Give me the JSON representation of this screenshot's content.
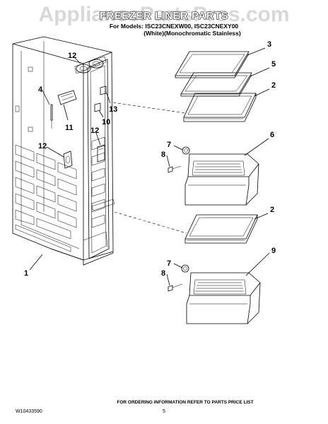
{
  "watermark": "AppliancePartsPros.com",
  "title": "FREEZER LINER PARTS",
  "models_line": "For Models: ISC23CNEXW00, ISC23CNEXY00",
  "variants_line": "(White)(Monochromatic Stainless)",
  "callouts": {
    "c1": "1",
    "c2a": "2",
    "c2b": "2",
    "c3": "3",
    "c4": "4",
    "c5": "5",
    "c6": "6",
    "c7a": "7",
    "c7b": "7",
    "c8a": "8",
    "c8b": "8",
    "c9": "9",
    "c10": "10",
    "c11": "11",
    "c12a": "12",
    "c12b": "12",
    "c12c": "12",
    "c13": "13"
  },
  "footer": {
    "ordering_note": "FOR ORDERING INFORMATION REFER TO PARTS PRICE LIST",
    "doc_number": "W10433590",
    "page_number": "5"
  }
}
